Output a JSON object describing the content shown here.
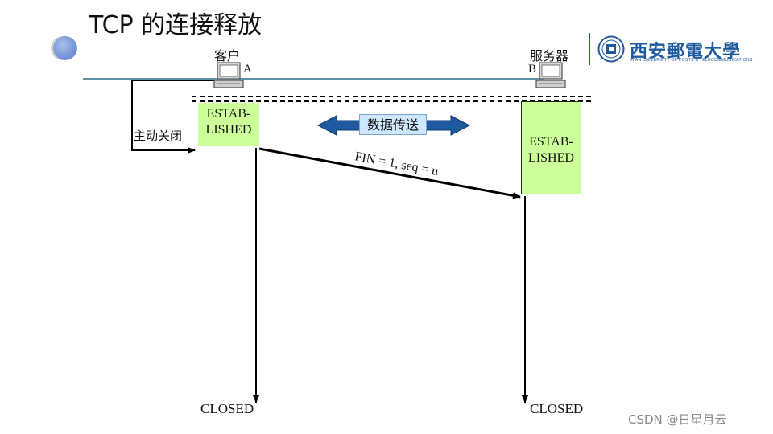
{
  "slide": {
    "title": "TCP 的连接释放"
  },
  "branding": {
    "university_name": "西安郵電大學",
    "university_name_en": "XI'AN UNIVERSITY OF POSTS & TELECOMMUNICATIONS"
  },
  "diagram": {
    "client_label": "客户",
    "server_label": "服务器",
    "host_a": "A",
    "host_b": "B",
    "active_close_label": "主动关闭",
    "data_transfer_label": "数据传送",
    "client_state_line1": "ESTAB-",
    "client_state_line2": "LISHED",
    "server_state_line1": "ESTAB-",
    "server_state_line2": "LISHED",
    "message_label": "FIN = 1, seq = u",
    "client_end_state": "CLOSED",
    "server_end_state": "CLOSED",
    "colors": {
      "state_fill": "#ccff99",
      "data_arrow": "#1f5aa0",
      "data_label_bg": "#cfe8ff",
      "network_line": "#2e6e8e"
    }
  },
  "watermark": "CSDN @日星月云"
}
